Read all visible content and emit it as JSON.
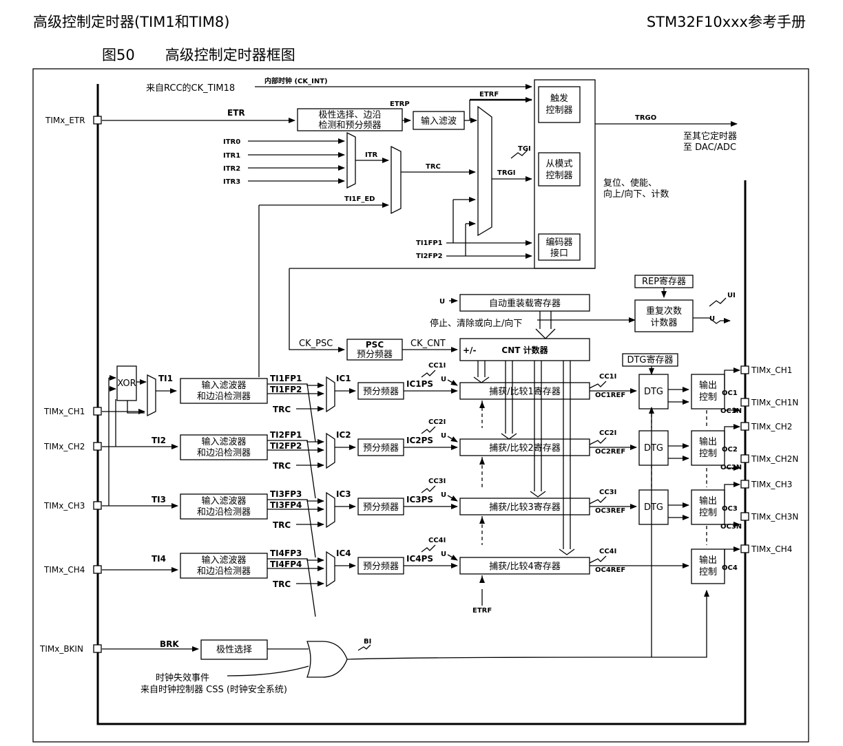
{
  "header": {
    "left": "高级控制定时器(TIM1和TIM8)",
    "right": "STM32F10xxx参考手册"
  },
  "figure": {
    "number": "图50",
    "title": "高级控制定时器框图"
  },
  "pins": {
    "etr": "TIMx_ETR",
    "ch1": "TIMx_CH1",
    "ch2": "TIMx_CH2",
    "ch3": "TIMx_CH3",
    "ch4": "TIMx_CH4",
    "bkin": "TIMx_BKIN",
    "out_ch1": "TIMx_CH1",
    "out_ch1n": "TIMx_CH1N",
    "out_ch2": "TIMx_CH2",
    "out_ch2n": "TIMx_CH2N",
    "out_ch3": "TIMx_CH3",
    "out_ch3n": "TIMx_CH3N",
    "out_ch4": "TIMx_CH4"
  },
  "top": {
    "rcc_source": "来自RCC的CK_TIM18",
    "int_clock": "内部时钟 (CK_INT)",
    "etr": "ETR",
    "etrp": "ETRP",
    "etrf": "ETRF",
    "polarity_box": [
      "极性选择、边沿",
      "检测和预分频器"
    ],
    "input_filter": "输入滤波",
    "itr": [
      "ITR0",
      "ITR1",
      "ITR2",
      "ITR3"
    ],
    "itr_out": "ITR",
    "trc": "TRC",
    "ti1f_ed": "TI1F_ED",
    "tgi": "TGI",
    "trgi": "TRGI",
    "ti1fp1": "TI1FP1",
    "ti2fp2": "TI2FP2",
    "trigger_ctrl": [
      "触发",
      "控制器"
    ],
    "slave_ctrl": [
      "从模式",
      "控制器"
    ],
    "encoder": [
      "编码器",
      "接口"
    ],
    "trgo": "TRGO",
    "to_other": [
      "至其它定时器",
      "至 DAC/ADC"
    ],
    "reset_note": [
      "复位、使能、",
      "向上/向下、计数"
    ]
  },
  "counter": {
    "rep_reg": "REP寄存器",
    "auto_reload": "自动重装载寄存器",
    "repeat_counter": [
      "重复次数",
      "计数器"
    ],
    "stop_clear": "停止、清除或向上/向下",
    "ck_psc": "CK_PSC",
    "psc": [
      "PSC",
      "预分频器"
    ],
    "ck_cnt": "CK_CNT",
    "cnt_sign": "+/-",
    "cnt": "CNT 计数器",
    "u": "U",
    "ui": "UI",
    "dtg_reg": "DTG寄存器",
    "dtg": "DTG",
    "xor": "XOR",
    "etrf_bottom": "ETRF"
  },
  "channels": [
    {
      "ti": "TI1",
      "filter": [
        "输入滤波器",
        "和边沿检测器"
      ],
      "fp_a": "TI1FP1",
      "fp_b": "TI1FP2",
      "ic": "IC1",
      "presc": "预分频器",
      "icps": "IC1PS",
      "cc": "CC1I",
      "ccr": "捕获/比较1寄存器",
      "ocref": "OC1REF",
      "out": [
        "输出",
        "控制"
      ],
      "oc": "OC1",
      "ocn": "OC1N"
    },
    {
      "ti": "TI2",
      "filter": [
        "输入滤波器",
        "和边沿检测器"
      ],
      "fp_a": "TI2FP1",
      "fp_b": "TI2FP2",
      "ic": "IC2",
      "presc": "预分频器",
      "icps": "IC2PS",
      "cc": "CC2I",
      "ccr": "捕获/比较2寄存器",
      "ocref": "OC2REF",
      "out": [
        "输出",
        "控制"
      ],
      "oc": "OC2",
      "ocn": "OC2N"
    },
    {
      "ti": "TI3",
      "filter": [
        "输入滤波器",
        "和边沿检测器"
      ],
      "fp_a": "TI3FP3",
      "fp_b": "TI3FP4",
      "ic": "IC3",
      "presc": "预分频器",
      "icps": "IC3PS",
      "cc": "CC3I",
      "ccr": "捕获/比较3寄存器",
      "ocref": "OC3REF",
      "out": [
        "输出",
        "控制"
      ],
      "oc": "OC3",
      "ocn": "OC3N"
    },
    {
      "ti": "TI4",
      "filter": [
        "输入滤波器",
        "和边沿检测器"
      ],
      "fp_a": "TI4FP3",
      "fp_b": "TI4FP4",
      "ic": "IC4",
      "presc": "预分频器",
      "icps": "IC4PS",
      "cc": "CC4I",
      "ccr": "捕获/比较4寄存器",
      "ocref": "OC4REF",
      "out": [
        "输出",
        "控制"
      ],
      "oc": "OC4",
      "ocn": ""
    }
  ],
  "brk": {
    "brk": "BRK",
    "polarity": "极性选择",
    "bi": "BI",
    "clock_fail": [
      "时钟失效事件",
      "来自时钟控制器 CSS (时钟安全系统)"
    ]
  },
  "trc_label": "TRC"
}
